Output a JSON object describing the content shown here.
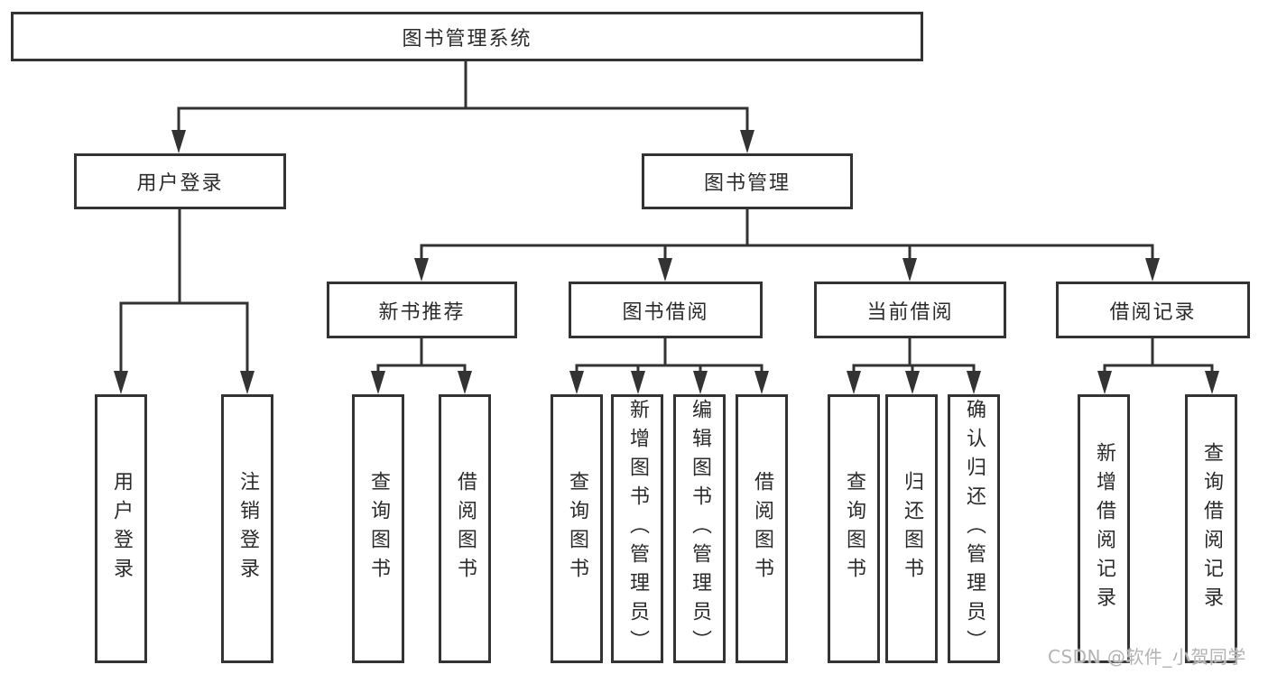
{
  "diagram": {
    "type": "hierarchy-tree",
    "tree": {
      "label": "图书管理系统",
      "children": [
        {
          "label": "用户登录",
          "children": [
            {
              "label": "用户登录"
            },
            {
              "label": "注销登录"
            }
          ]
        },
        {
          "label": "图书管理",
          "children": [
            {
              "label": "新书推荐",
              "children": [
                {
                  "label": "查询图书"
                },
                {
                  "label": "借阅图书"
                }
              ]
            },
            {
              "label": "图书借阅",
              "children": [
                {
                  "label": "查询图书"
                },
                {
                  "label": "新增图书（管理员）"
                },
                {
                  "label": "编辑图书（管理员）"
                },
                {
                  "label": "借阅图书"
                }
              ]
            },
            {
              "label": "当前借阅",
              "children": [
                {
                  "label": "查询图书"
                },
                {
                  "label": "归还图书"
                },
                {
                  "label": "确认归还（管理员）"
                }
              ]
            },
            {
              "label": "借阅记录",
              "children": [
                {
                  "label": "新增借阅记录"
                },
                {
                  "label": "查询借阅记录"
                }
              ]
            }
          ]
        }
      ]
    },
    "colors": {
      "line": "#333333",
      "box_border": "#333333",
      "text": "#2b2b2b",
      "watermark": "#b3b3b3",
      "background": "#ffffff"
    }
  },
  "watermark": {
    "text": "CSDN @软件_小贺同学"
  }
}
